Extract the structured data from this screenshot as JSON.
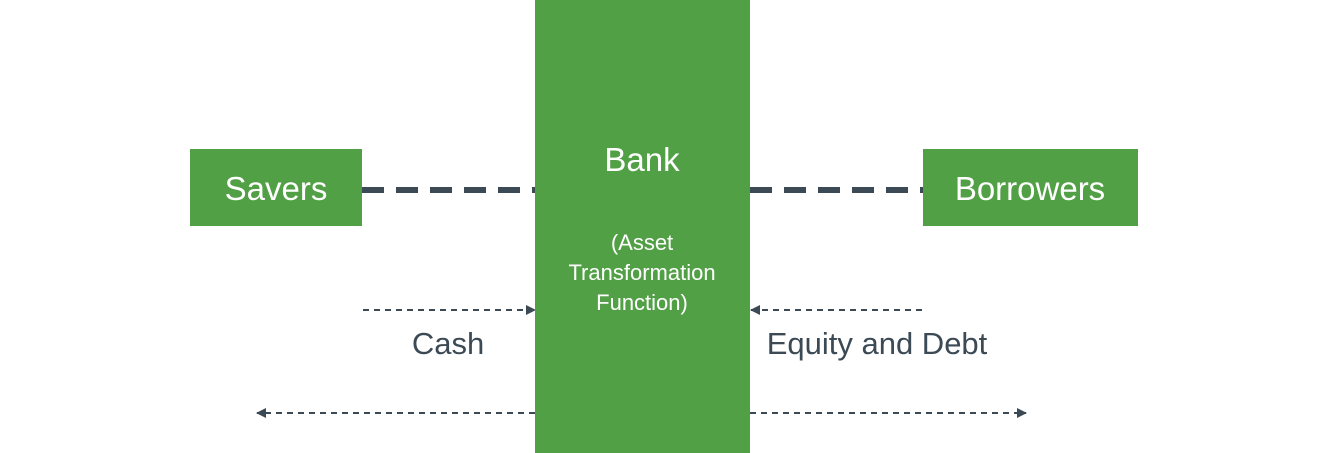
{
  "colors": {
    "green": "#52a046",
    "dark": "#3b4a54"
  },
  "bank": {
    "title": "Bank",
    "subtitle_lines": [
      "(Asset",
      "Transformation",
      "Function)"
    ]
  },
  "savers": {
    "label": "Savers"
  },
  "borrowers": {
    "label": "Borrowers"
  },
  "flows": {
    "left_label": "Cash",
    "right_label": "Equity and Debt"
  }
}
